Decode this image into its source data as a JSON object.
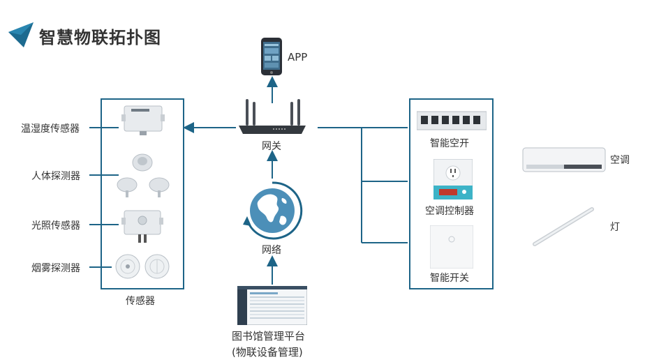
{
  "header": {
    "title": "智慧物联拓扑图"
  },
  "top_label": "APP",
  "gateway": {
    "label": "网关"
  },
  "network": {
    "label": "网络"
  },
  "platform": {
    "line1": "图书馆管理平台",
    "line2": "(物联设备管理)"
  },
  "sensors": {
    "group_label": "传感器",
    "items": [
      {
        "label": "温湿度传感器"
      },
      {
        "label": "人体探测器"
      },
      {
        "label": "光照传感器"
      },
      {
        "label": "烟雾探测器"
      }
    ]
  },
  "controllers": {
    "items": [
      {
        "label": "智能空开"
      },
      {
        "label": "空调控制器"
      },
      {
        "label": "智能开关"
      }
    ]
  },
  "devices": {
    "items": [
      {
        "label": "空调"
      },
      {
        "label": "灯"
      }
    ]
  },
  "colors": {
    "accent": "#1d6487",
    "icon_dark": "#1c6a8f"
  }
}
